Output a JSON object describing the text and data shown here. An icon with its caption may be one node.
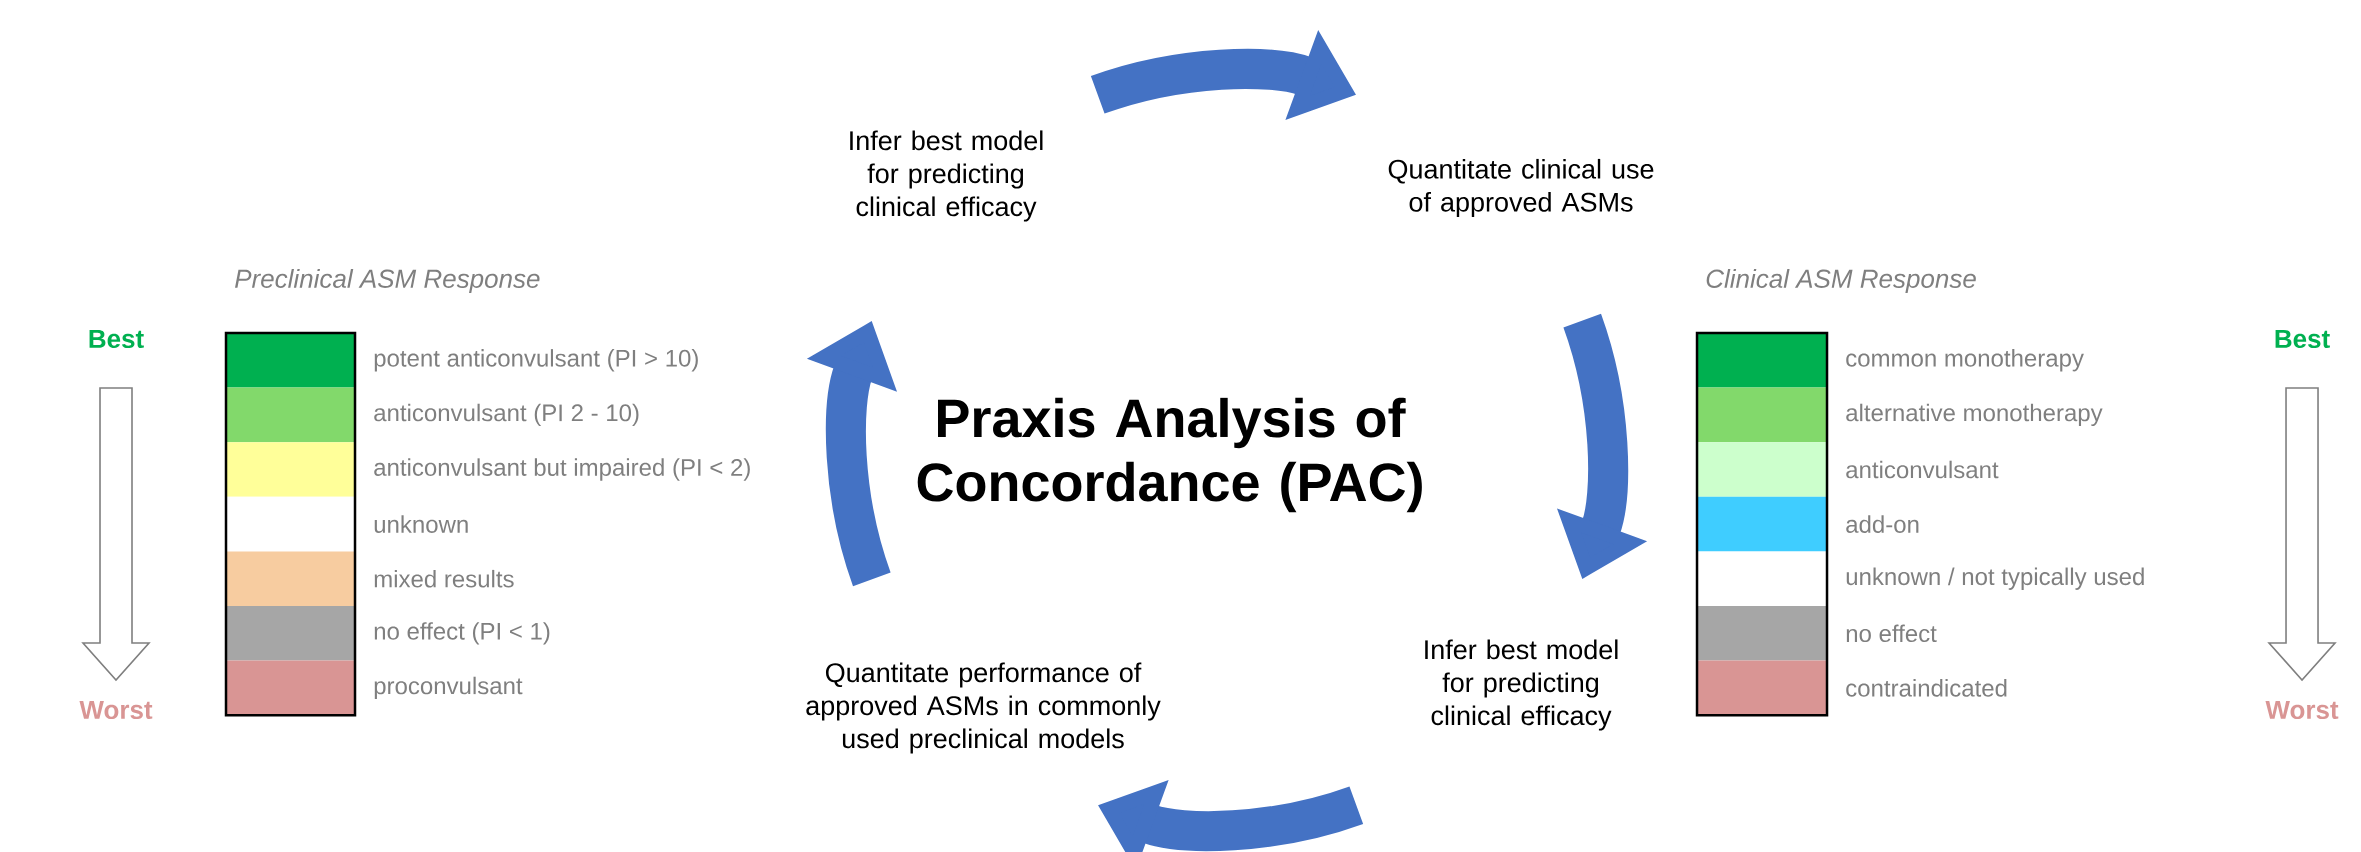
{
  "diagram": {
    "title": "Praxis Analysis of Concordance (PAC)",
    "nodes": [
      {
        "text": [
          "Infer best model for predicting clinical efficacy"
        ]
      },
      {
        "text": [
          "Quantitate clinical use of approved ASMs"
        ]
      },
      {
        "text": [
          "Infer best model for predicting clinical efficacy"
        ]
      },
      {
        "text": [
          "Quantitate performance of approved ASMs in commonly used preclinical models"
        ]
      }
    ],
    "edges": [
      {
        "from": 0,
        "to": 1,
        "arrow": "to"
      },
      {
        "from": 1,
        "to": 2,
        "arrow": "to"
      },
      {
        "from": 2,
        "to": 3,
        "arrow": "to"
      },
      {
        "from": 3,
        "to": 0,
        "arrow": "to"
      }
    ],
    "labels": [
      "Preclinical ASM Response",
      "Best",
      "Worst",
      "Clinical ASM Response",
      "Best",
      "Worst"
    ],
    "legend": [
      {
        "text": "potent anticonvulsant (PI > 10)",
        "color": "#00b050"
      },
      {
        "text": "anticonvulsant (PI 2 - 10)",
        "color": "#82d96b"
      },
      {
        "text": "anticonvulsant but impaired (PI < 2)",
        "color": "#ffff99"
      },
      {
        "text": "unknown",
        "color": "#ffffff"
      },
      {
        "text": "mixed results",
        "color": "#f7cca0"
      },
      {
        "text": "no effect (PI < 1)",
        "color": "#a6a6a6"
      },
      {
        "text": "proconvulsant",
        "color": "#d99594"
      },
      {
        "text": "common monotherapy",
        "color": "#00b050"
      },
      {
        "text": "alternative monotherapy",
        "color": "#82d96b"
      },
      {
        "text": "anticonvulsant",
        "color": "#ccffcc"
      },
      {
        "text": "add-on",
        "color": "#3fcdff"
      },
      {
        "text": "unknown / not typically used",
        "color": "#ffffff"
      },
      {
        "text": "no effect",
        "color": "#a6a6a6"
      },
      {
        "text": "contraindicated",
        "color": "#d99594"
      }
    ]
  }
}
